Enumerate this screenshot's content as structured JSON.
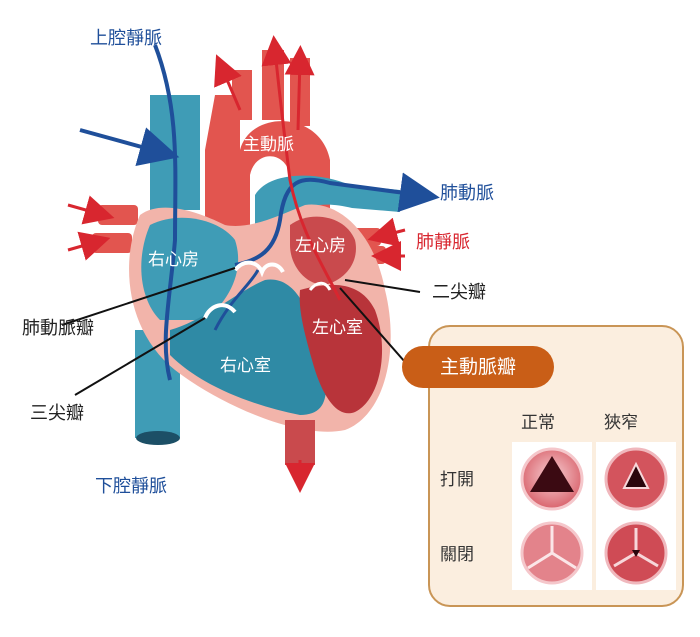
{
  "labels": {
    "svc": "上腔靜脈",
    "ivc": "下腔靜脈",
    "aorta": "主動脈",
    "pulmonary_artery": "肺動脈",
    "pulmonary_vein": "肺靜脈",
    "right_atrium": "右心房",
    "left_atrium": "左心房",
    "right_ventricle": "右心室",
    "left_ventricle": "左心室",
    "mitral_valve": "二尖瓣",
    "pulmonary_valve": "肺動脈瓣",
    "tricuspid_valve": "三尖瓣"
  },
  "panel": {
    "title": "主動脈瓣",
    "col_normal": "正常",
    "col_stenosis": "狹窄",
    "row_open": "打開",
    "row_closed": "關閉"
  },
  "colors": {
    "red": "#d8262f",
    "blue": "#1f4f9a",
    "artery_red": "#e2554f",
    "vein_teal": "#2f8aa5",
    "pink": "#f2b4aa",
    "badge": "#c95e17"
  }
}
